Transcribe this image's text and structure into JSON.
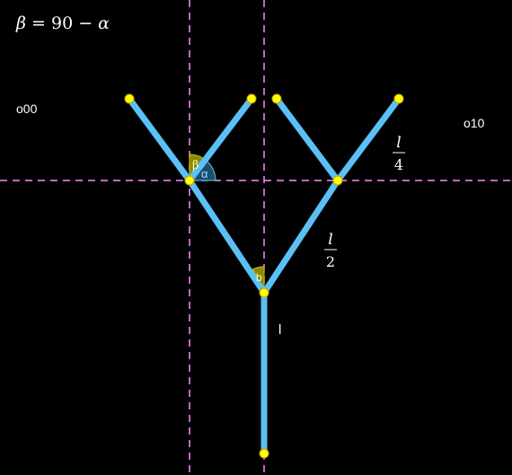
{
  "formula": {
    "lhs": "β",
    "op1": " = 90 − ",
    "rhs": "α"
  },
  "labels": {
    "node_left": "o00",
    "node_right": "o10",
    "trunk": "l",
    "frac_quarter_num": "l",
    "frac_quarter_den": "4",
    "frac_half_num": "l",
    "frac_half_den": "2"
  },
  "angles": {
    "alpha": "α",
    "beta": "β",
    "b": "b"
  },
  "colors": {
    "background": "#000000",
    "branch": "#5bc0f5",
    "node": "#ffff00",
    "node_stroke": "#c8a000",
    "guide": "#ff88ff",
    "angle_beta_fill": "#8a8a00",
    "angle_alpha_fill": "#1c4f6e",
    "angle_alpha_stroke": "#5bc0f5",
    "label_text": "#ffffff"
  }
}
